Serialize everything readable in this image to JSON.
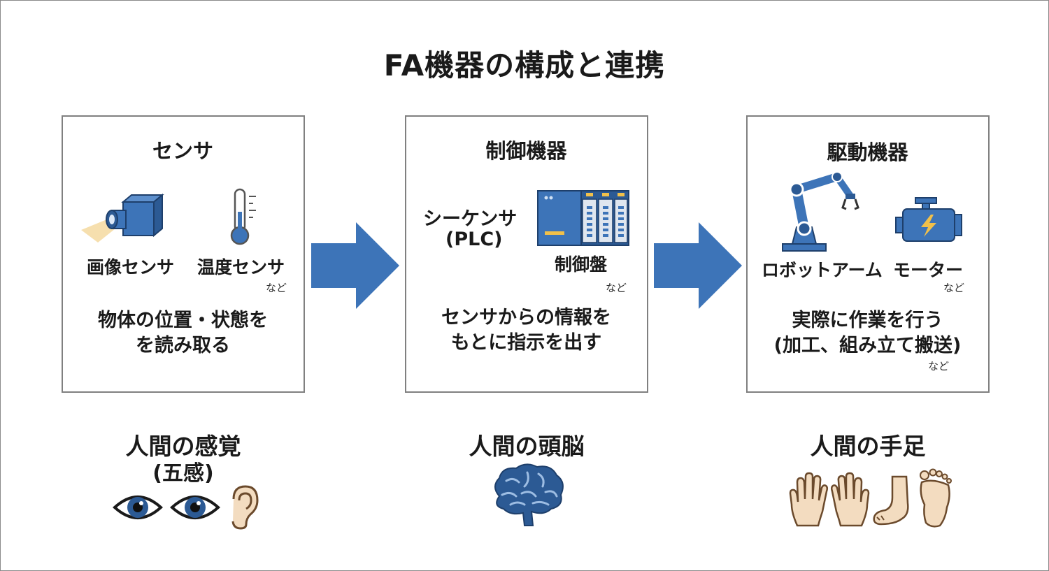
{
  "title": "FA機器の構成と連携",
  "columns": [
    {
      "heading": "センサ",
      "items": [
        "画像センサ",
        "温度センサ"
      ],
      "etc": "など",
      "description": [
        "物体の位置・状態を",
        "を読み取る"
      ],
      "human": "人間の感覚",
      "human_sub": "(五感)"
    },
    {
      "heading": "制御機器",
      "items": [
        "シーケンサ",
        "(PLC)",
        "制御盤"
      ],
      "etc": "など",
      "description": [
        "センサからの情報を",
        "もとに指示を出す"
      ],
      "human": "人間の頭脳"
    },
    {
      "heading": "駆動機器",
      "items": [
        "ロボットアーム",
        "モーター"
      ],
      "etc": "など",
      "description": [
        "実際に作業を行う",
        "(加工、組み立て搬送)"
      ],
      "etc2": "など",
      "human": "人間の手足"
    }
  ],
  "colors": {
    "accent": "#3d74b8",
    "border": "#808080",
    "skin": "#f3dcc0"
  },
  "icons": [
    "camera-icon",
    "thermometer-icon",
    "plc-icon",
    "robot-arm-icon",
    "motor-icon",
    "eye-icon",
    "ear-icon",
    "brain-icon",
    "hand-icon",
    "foot-icon",
    "arrow-right-icon"
  ]
}
